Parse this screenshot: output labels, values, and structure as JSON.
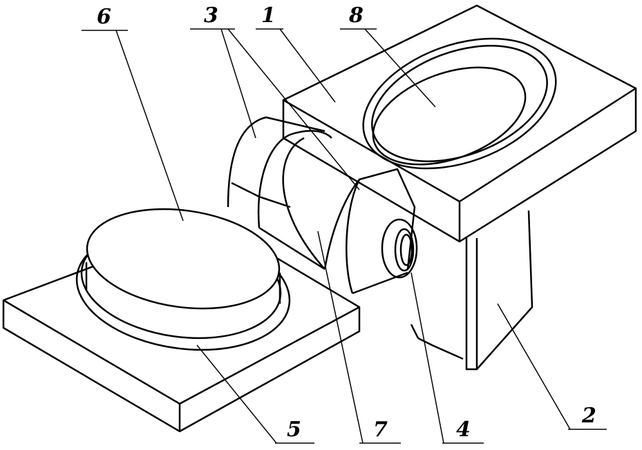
{
  "figure": {
    "labels": [
      {
        "id": "part-6",
        "text": "6"
      },
      {
        "id": "part-3",
        "text": "3"
      },
      {
        "id": "part-1",
        "text": "1"
      },
      {
        "id": "part-8",
        "text": "8"
      },
      {
        "id": "part-5",
        "text": "5"
      },
      {
        "id": "part-7",
        "text": "7"
      },
      {
        "id": "part-4",
        "text": "4"
      },
      {
        "id": "part-2",
        "text": "2"
      }
    ]
  }
}
